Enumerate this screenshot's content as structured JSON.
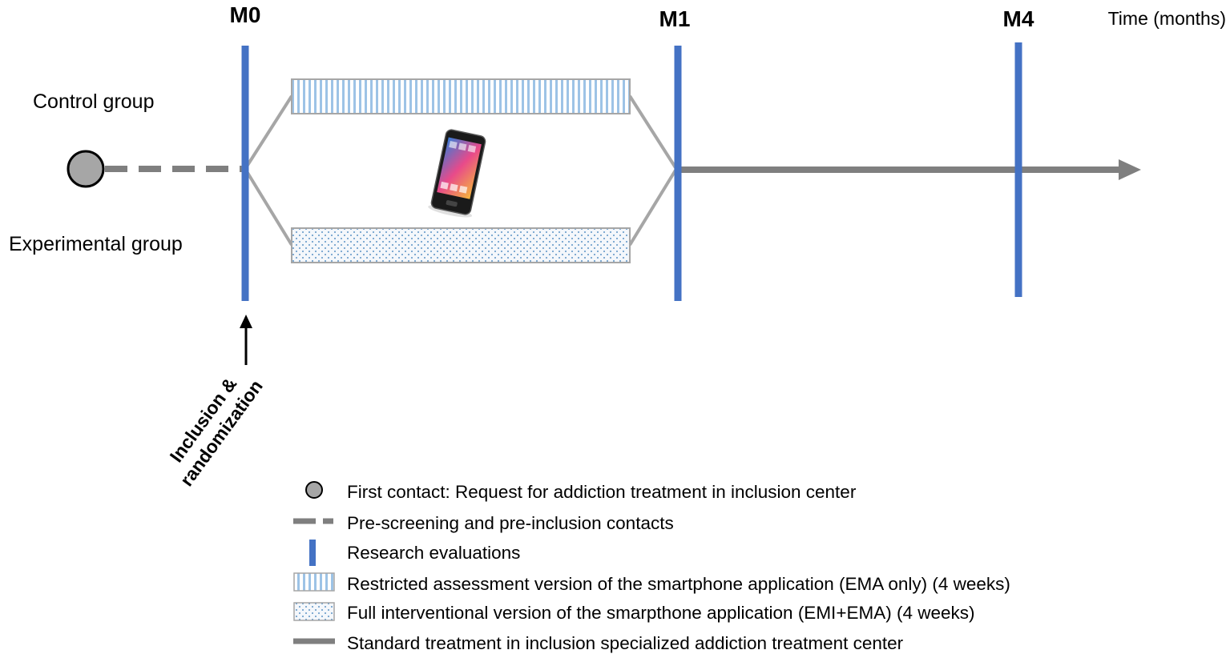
{
  "milestones": [
    {
      "label": "M0"
    },
    {
      "label": "M1"
    },
    {
      "label": "M4"
    }
  ],
  "axis": {
    "label": "Time (months)"
  },
  "groups": {
    "control": "Control group",
    "experimental": "Experimental group"
  },
  "annotation": {
    "line1": "Inclusion &",
    "line2": "randomization"
  },
  "icons": {
    "smartphone": "smartphone-icon",
    "first_contact": "circle-marker-icon"
  },
  "colors": {
    "evaluation_line": "#4472c4",
    "timeline": "#7f7f7f",
    "branch": "#a6a6a6",
    "contact_circle": "#a6a6a6",
    "stripe": "#9dc3e6",
    "dots": "#2e75b6"
  },
  "legend": [
    {
      "symbol": "circle",
      "text": "First contact: Request for addiction treatment in inclusion center"
    },
    {
      "symbol": "dashed",
      "text": "Pre-screening and pre-inclusion contacts"
    },
    {
      "symbol": "bar",
      "text": "Research evaluations"
    },
    {
      "symbol": "stripes",
      "text": "Restricted assessment version of the smartphone application (EMA only) (4 weeks)"
    },
    {
      "symbol": "dots",
      "text": "Full interventional version of the smarpthone application (EMI+EMA) (4 weeks)"
    },
    {
      "symbol": "solid",
      "text": "Standard treatment in inclusion specialized addiction treatment center"
    }
  ]
}
